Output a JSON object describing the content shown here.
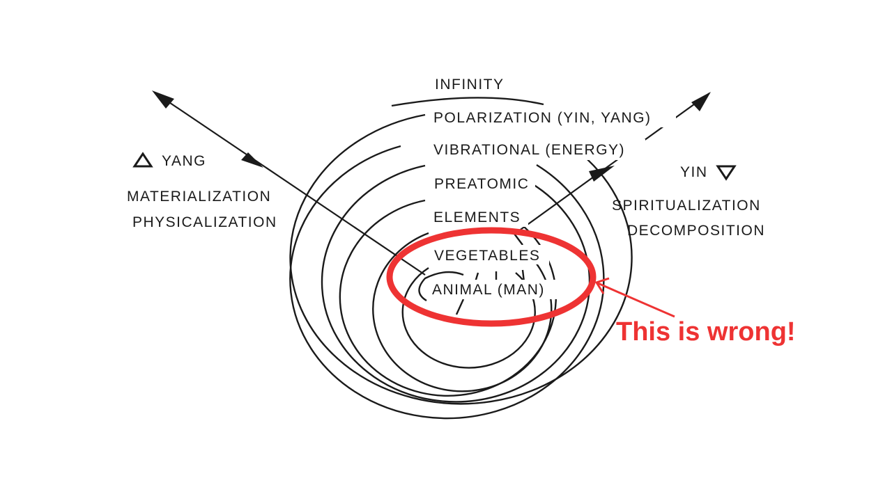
{
  "levels": {
    "infinity": "INFINITY",
    "polarization": "POLARIZATION (YIN, YANG)",
    "vibrational": "VIBRATIONAL (ENERGY)",
    "preatomic": "PREATOMIC",
    "elements": "ELEMENTS",
    "vegetables": "VEGETABLES",
    "animal": "ANIMAL (MAN)"
  },
  "left": {
    "yang": "YANG",
    "line1": "MATERIALIZATION",
    "line2": "PHYSICALIZATION",
    "symbol": "triangle-up-icon"
  },
  "right": {
    "yin": "YIN",
    "line1": "SPIRITUALIZATION",
    "line2": "DECOMPOSITION",
    "symbol": "triangle-down-icon"
  },
  "annotation": {
    "text": "This is wrong!",
    "color": "#ee3333"
  }
}
